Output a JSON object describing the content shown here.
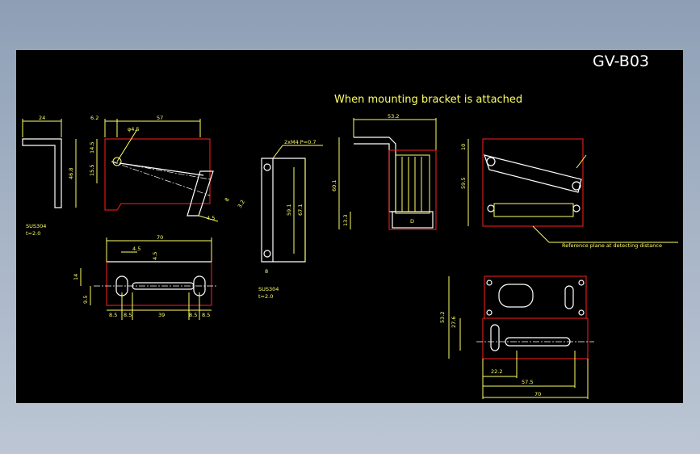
{
  "drawing": {
    "title": "GV-B03",
    "heading": "When mounting bracket is attached"
  },
  "bracket_left": {
    "dims": {
      "d24": "24",
      "d62": "6.2",
      "d57": "57",
      "d145": "14.5",
      "d155": "15.5",
      "d468": "46.8",
      "phi45": "φ4.5",
      "d8": "8",
      "d32": "3.2",
      "d45b": "4.5"
    },
    "material": "SUS304",
    "thickness": "t=2.0"
  },
  "bracket_bottom": {
    "dims": {
      "d70": "70",
      "d45a": "4.5",
      "d45b": "4.5",
      "d14": "14",
      "d95": "9.5",
      "d85a": "8.5",
      "d85b": "8.5",
      "d39": "39",
      "d85c": "8.5",
      "d85d": "8.5"
    }
  },
  "bracket_middle": {
    "dims": {
      "hole": "2xM4 P=0.7",
      "d591": "59.1",
      "d671": "67.1",
      "d8": "8"
    },
    "material": "SUS304",
    "thickness": "t=2.0"
  },
  "sensor_front": {
    "dims": {
      "d532": "53.2",
      "d601": "60.1",
      "d133": "13.3"
    },
    "mark": "D"
  },
  "sensor_side": {
    "dims": {
      "d10": "10",
      "d595": "59.5"
    },
    "note": "Reference plane at detecting distance"
  },
  "sensor_bottom": {
    "dims": {
      "d532": "53.2",
      "d276": "27.6",
      "d222": "22.2",
      "d575": "57.5",
      "d70": "70"
    }
  },
  "colors": {
    "background": "#000000",
    "dimension": "#ffff66",
    "outline": "#ffffff",
    "body": "#ff2020",
    "frame": "#a9b6c8"
  }
}
